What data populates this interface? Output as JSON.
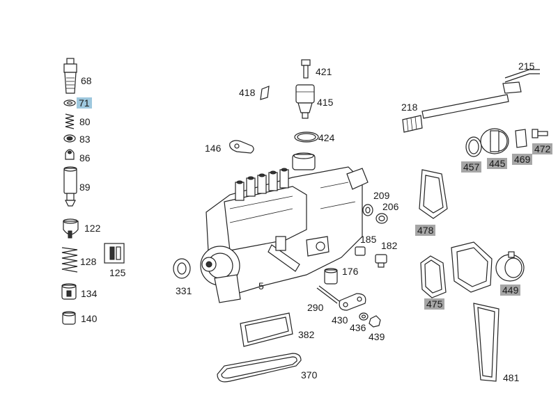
{
  "diagram": {
    "highlight_colors": {
      "selected": "#9ec8de",
      "marked": "#a6a6a6"
    },
    "part_numbers": [
      {
        "id": "68",
        "text": "68",
        "style": "plain"
      },
      {
        "id": "71",
        "text": "71",
        "style": "selected"
      },
      {
        "id": "80",
        "text": "80",
        "style": "plain"
      },
      {
        "id": "83",
        "text": "83",
        "style": "plain"
      },
      {
        "id": "86",
        "text": "86",
        "style": "plain"
      },
      {
        "id": "89",
        "text": "89",
        "style": "plain"
      },
      {
        "id": "122",
        "text": "122",
        "style": "plain"
      },
      {
        "id": "128",
        "text": "128",
        "style": "plain"
      },
      {
        "id": "125",
        "text": "125",
        "style": "plain"
      },
      {
        "id": "134",
        "text": "134",
        "style": "plain"
      },
      {
        "id": "140",
        "text": "140",
        "style": "plain"
      },
      {
        "id": "421",
        "text": "421",
        "style": "plain"
      },
      {
        "id": "418",
        "text": "418",
        "style": "plain"
      },
      {
        "id": "415",
        "text": "415",
        "style": "plain"
      },
      {
        "id": "424",
        "text": "424",
        "style": "plain"
      },
      {
        "id": "146",
        "text": "146",
        "style": "plain"
      },
      {
        "id": "209",
        "text": "209",
        "style": "plain"
      },
      {
        "id": "206",
        "text": "206",
        "style": "plain"
      },
      {
        "id": "185",
        "text": "185",
        "style": "plain"
      },
      {
        "id": "182",
        "text": "182",
        "style": "plain"
      },
      {
        "id": "176",
        "text": "176",
        "style": "plain"
      },
      {
        "id": "331",
        "text": "331",
        "style": "plain"
      },
      {
        "id": "5",
        "text": "5",
        "style": "plain"
      },
      {
        "id": "290",
        "text": "290",
        "style": "plain"
      },
      {
        "id": "430",
        "text": "430",
        "style": "plain"
      },
      {
        "id": "436",
        "text": "436",
        "style": "plain"
      },
      {
        "id": "439",
        "text": "439",
        "style": "plain"
      },
      {
        "id": "382",
        "text": "382",
        "style": "plain"
      },
      {
        "id": "370",
        "text": "370",
        "style": "plain"
      },
      {
        "id": "215",
        "text": "215",
        "style": "plain"
      },
      {
        "id": "218",
        "text": "218",
        "style": "plain"
      },
      {
        "id": "457",
        "text": "457",
        "style": "marked"
      },
      {
        "id": "445",
        "text": "445",
        "style": "marked"
      },
      {
        "id": "469",
        "text": "469",
        "style": "marked"
      },
      {
        "id": "472",
        "text": "472",
        "style": "marked"
      },
      {
        "id": "478",
        "text": "478",
        "style": "marked"
      },
      {
        "id": "475",
        "text": "475",
        "style": "marked"
      },
      {
        "id": "449",
        "text": "449",
        "style": "marked"
      },
      {
        "id": "481",
        "text": "481",
        "style": "plain"
      }
    ]
  }
}
